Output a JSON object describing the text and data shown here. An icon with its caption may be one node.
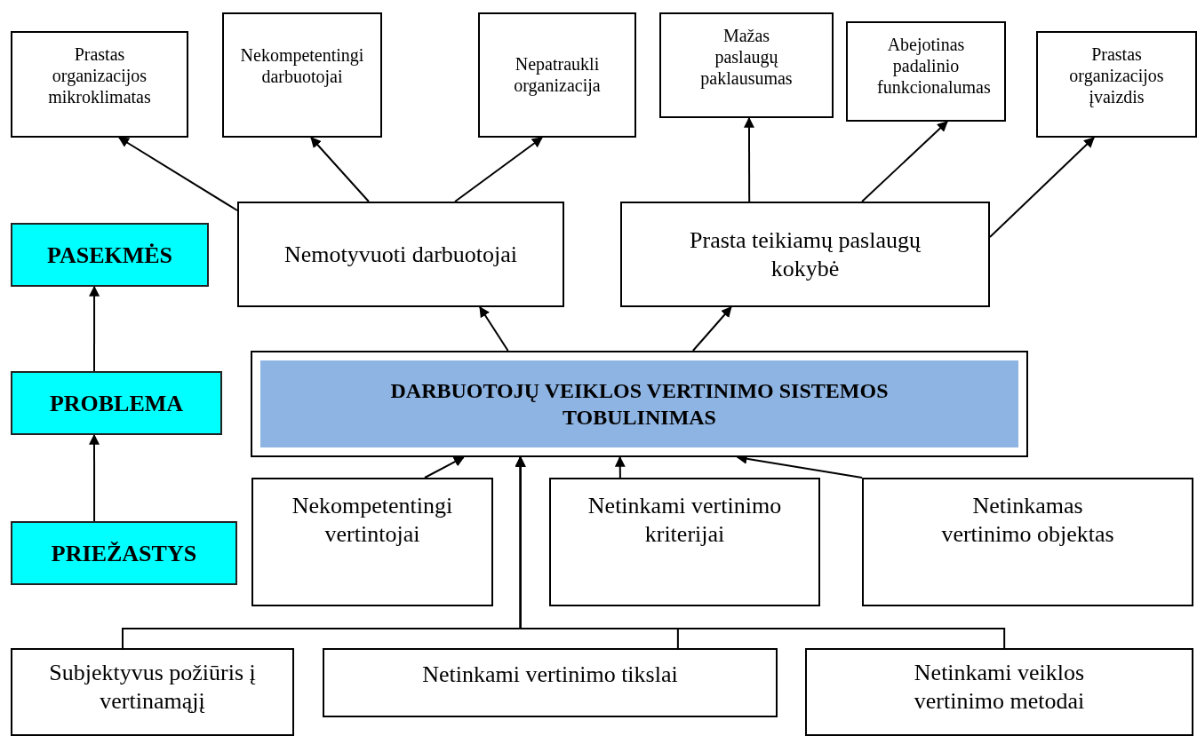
{
  "diagram": {
    "nodes": [
      {
        "text": [
          "Prastas organizacijos mikroklimatas"
        ]
      },
      {
        "text": [
          "Nekompetentingi darbuotojai"
        ]
      },
      {
        "text": [
          "Nepatraukli organizacija"
        ]
      },
      {
        "text": [
          "Mažas paslaugų paklausumas"
        ]
      },
      {
        "text": [
          "Abejotinas padalinio funkcionalumas"
        ]
      },
      {
        "text": [
          "Prastas organizacijos įvaizdis"
        ]
      },
      {
        "text": [
          "PASEKMĖS"
        ]
      },
      {
        "text": [
          "Nemotyvuoti darbuotojai"
        ]
      },
      {
        "text": [
          "Prasta teikiamų paslaugų kokybė"
        ]
      },
      {
        "text": [
          "PROBLEMA"
        ]
      },
      {
        "text": [
          "DARBUOTOJŲ VEIKLOS VERTINIMO SISTEMOS TOBULINIMAS"
        ]
      },
      {
        "text": [
          "PRIEŽASTYS"
        ]
      },
      {
        "text": [
          "Nekompetentingi vertintojai"
        ]
      },
      {
        "text": [
          "Netinkami vertinimo kriterijai"
        ]
      },
      {
        "text": [
          "Netinkamas vertinimo objektas"
        ]
      },
      {
        "text": [
          "Subjektyvus požiūris į vertinamąjį"
        ]
      },
      {
        "text": [
          "Netinkami vertinimo tikslai"
        ]
      },
      {
        "text": [
          "Netinkami veiklos vertinimo metodai"
        ]
      }
    ],
    "edges": [
      {
        "from": 7,
        "to": 0,
        "arrow": "to"
      },
      {
        "from": 7,
        "to": 1,
        "arrow": "to"
      },
      {
        "from": 7,
        "to": 2,
        "arrow": "to"
      },
      {
        "from": 8,
        "to": 3,
        "arrow": "to"
      },
      {
        "from": 8,
        "to": 4,
        "arrow": "to"
      },
      {
        "from": 8,
        "to": 5,
        "arrow": "to"
      },
      {
        "from": 10,
        "to": 7,
        "arrow": "to"
      },
      {
        "from": 10,
        "to": 8,
        "arrow": "to"
      },
      {
        "from": 9,
        "to": 6,
        "arrow": "to"
      },
      {
        "from": 11,
        "to": 9,
        "arrow": "to"
      },
      {
        "from": 12,
        "to": 10,
        "arrow": "to"
      },
      {
        "from": 13,
        "to": 10,
        "arrow": "to"
      },
      {
        "from": 14,
        "to": 10,
        "arrow": "to"
      },
      {
        "from": 15,
        "to": 10,
        "arrow": "to"
      },
      {
        "from": 16,
        "to": 10,
        "arrow": "to"
      },
      {
        "from": 17,
        "to": 10,
        "arrow": "to"
      }
    ]
  }
}
